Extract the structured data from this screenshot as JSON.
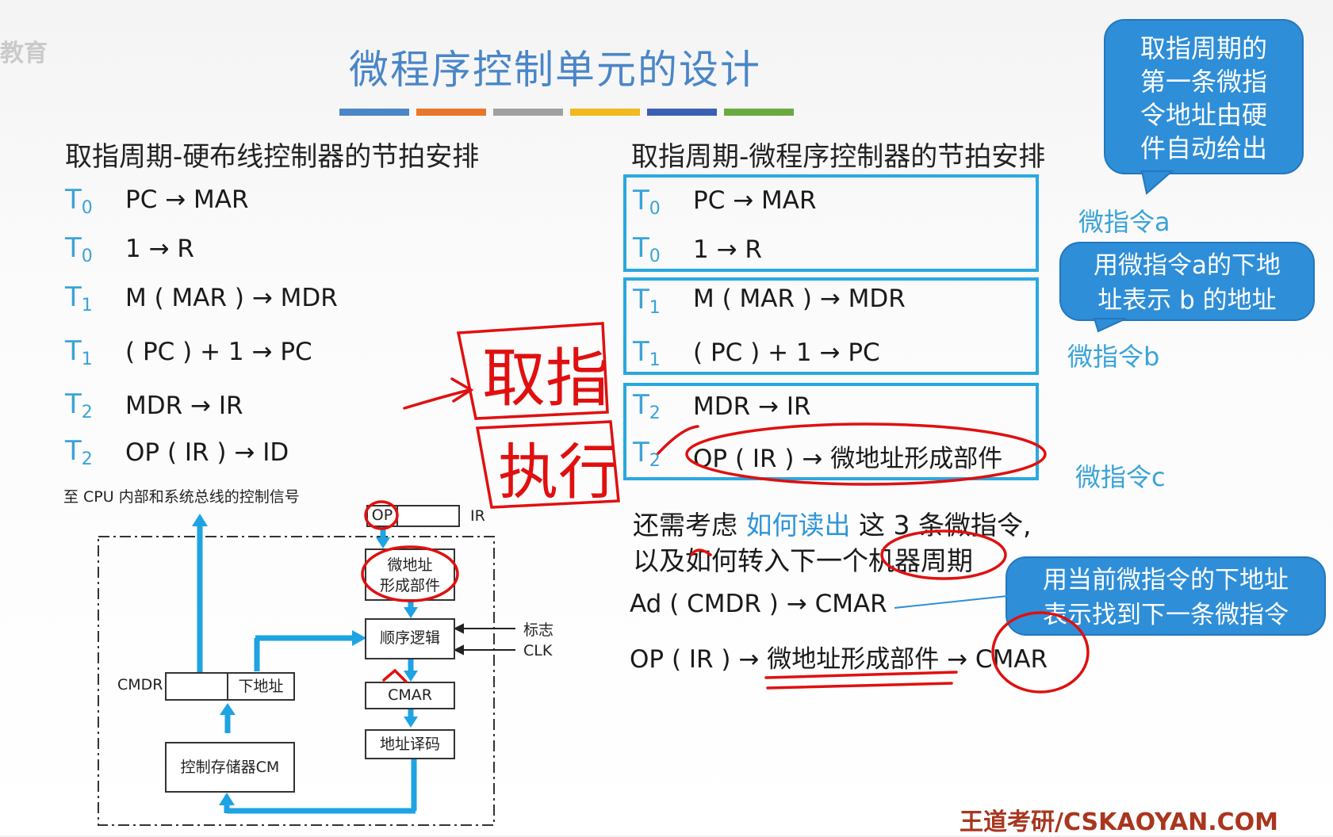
{
  "watermark": "教育",
  "title": "微程序控制单元的设计",
  "title_bar_colors": [
    "#4a86c8",
    "#e8762b",
    "#a0a0a0",
    "#f2b91c",
    "#3b5fb5",
    "#6aab3f"
  ],
  "left": {
    "heading": "取指周期-硬布线控制器的节拍安排",
    "steps": [
      {
        "t": "T",
        "sub": "0",
        "op": "PC → MAR"
      },
      {
        "t": "T",
        "sub": "0",
        "op": "1 → R"
      },
      {
        "t": "T",
        "sub": "1",
        "op": "M ( MAR ) → MDR"
      },
      {
        "t": "T",
        "sub": "1",
        "op": "( PC ) + 1 → PC"
      },
      {
        "t": "T",
        "sub": "2",
        "op": "MDR → IR"
      },
      {
        "t": "T",
        "sub": "2",
        "op": "OP ( IR ) → ID"
      }
    ]
  },
  "handwriting": {
    "fetch": "取指",
    "execute": "执行"
  },
  "diagram": {
    "top_label": "至 CPU 内部和系统总线的控制信号",
    "op": "OP",
    "ir": "IR",
    "micro_addr_unit": [
      "微地址",
      "形成部件"
    ],
    "seq_logic": "顺序逻辑",
    "flag": "标志",
    "clk": "CLK",
    "cmdr": "CMDR",
    "next_addr": "下地址",
    "cmar": "CMAR",
    "addr_decode": "地址译码",
    "cm": "控制存储器CM"
  },
  "right": {
    "heading": "取指周期-微程序控制器的节拍安排",
    "groups": [
      [
        {
          "t": "T",
          "sub": "0",
          "op": "PC → MAR"
        },
        {
          "t": "T",
          "sub": "0",
          "op": "1 → R"
        }
      ],
      [
        {
          "t": "T",
          "sub": "1",
          "op": "M ( MAR ) → MDR"
        },
        {
          "t": "T",
          "sub": "1",
          "op": "( PC ) + 1 → PC"
        }
      ],
      [
        {
          "t": "T",
          "sub": "2",
          "op": "MDR → IR"
        },
        {
          "t": "T",
          "sub": "2",
          "op": "OP ( IR ) → 微地址形成部件"
        }
      ]
    ],
    "micro_a": "微指令a",
    "micro_b": "微指令b",
    "micro_c": "微指令c",
    "note_line1_pre": "还需考虑",
    "note_line1_hl": "如何读出",
    "note_line1_post": "这 3 条微指令,",
    "note_line2": "以及如何转入下一个机器周期",
    "ad_line": "Ad ( CMDR ) → CMAR",
    "op_line_pre": "OP ( IR ) →",
    "op_line_mid": "微地址形成部件",
    "op_line_arrow": "→",
    "op_line_post": "CMAR"
  },
  "bubbles": {
    "first": [
      "取指周期的",
      "第一条微指",
      "令地址由硬",
      "件自动给出"
    ],
    "second": [
      "用微指令a的下地",
      "址表示 b 的地址"
    ],
    "third": [
      "用当前微指令的下地址",
      "表示找到下一条微指令"
    ]
  },
  "footer": "王道考研/CSKAOYAN.COM"
}
